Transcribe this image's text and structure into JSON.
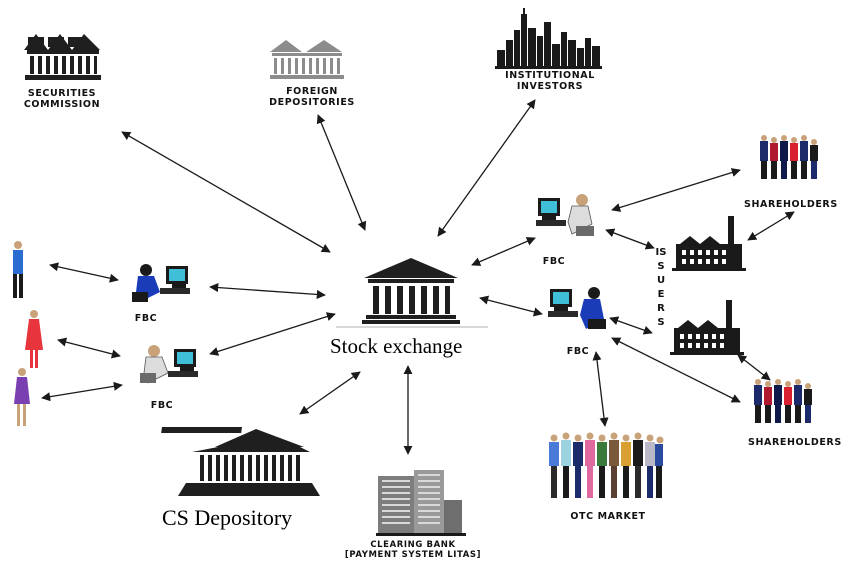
{
  "nodes": {
    "securities_commission": {
      "line1": "SECURITIES",
      "line2": "COMMISSION",
      "icon": "building-icon"
    },
    "foreign_depositories": {
      "line1": "FOREIGN",
      "line2": "DEPOSITORIES",
      "icon": "building-icon"
    },
    "institutional_investors": {
      "line1": "INSTITUTIONAL",
      "line2": "INVESTORS",
      "icon": "city-skyline-icon"
    },
    "stock_exchange": {
      "label": "Stock exchange",
      "icon": "temple-icon"
    },
    "cs_depository": {
      "label": "CS Depository",
      "icon": "temple-icon"
    },
    "clearing_bank": {
      "line1": "CLEARING BANK",
      "line2": "[PAYMENT SYSTEM LITAS]",
      "icon": "office-building-icon"
    },
    "otc_market": {
      "label": "OTC MARKET",
      "icon": "crowd-icon"
    },
    "shareholders_top": {
      "label": "SHAREHOLDERS",
      "icon": "crowd-icon"
    },
    "shareholders_bottom": {
      "label": "SHAREHOLDERS",
      "icon": "crowd-icon"
    },
    "issuers": {
      "label": "ISSUERS",
      "icon": "factory-icon"
    },
    "fbc_left_top": {
      "label": "FBC",
      "icon": "computer-operator-icon"
    },
    "fbc_left_bottom": {
      "label": "FBC",
      "icon": "computer-operator-icon"
    },
    "fbc_right_top": {
      "label": "FBC",
      "icon": "computer-operator-icon"
    },
    "fbc_right_bottom": {
      "label": "FBC",
      "icon": "computer-operator-icon"
    },
    "investors": {
      "icon": "person-icon"
    }
  },
  "colors": {
    "arrow": "#1a1a1a",
    "building": "#1f1f1f",
    "muted_building": "#8c8c8c",
    "operator": "#1a3cb8"
  }
}
